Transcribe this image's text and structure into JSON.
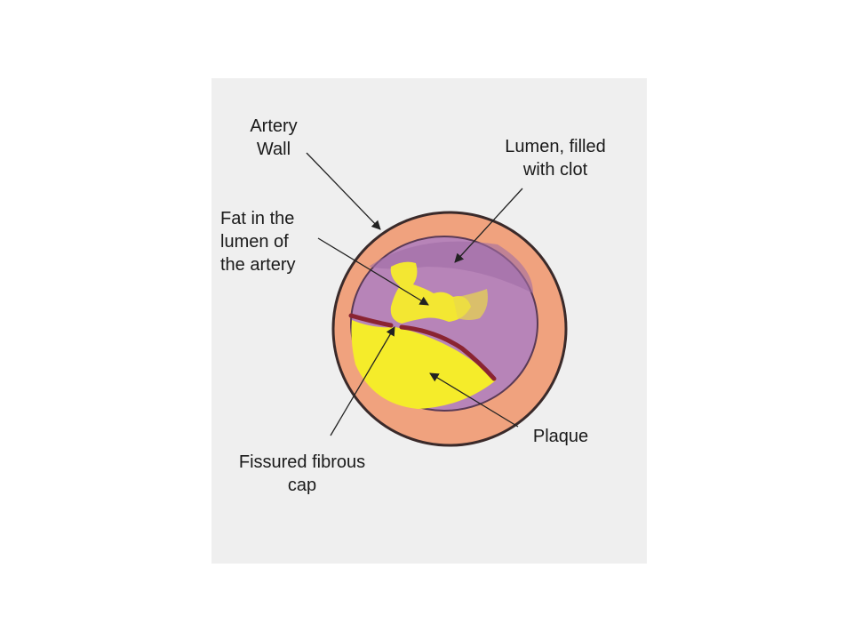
{
  "labels": {
    "artery_wall": [
      "Artery",
      "Wall"
    ],
    "lumen_clot": [
      "Lumen, filled",
      "with clot"
    ],
    "fat_lumen": [
      "Fat in the",
      "lumen of",
      "the artery"
    ],
    "plaque": [
      "Plaque"
    ],
    "fibrous_cap": [
      "Fissured fibrous",
      "cap"
    ]
  },
  "colors": {
    "paper": "#efefef",
    "artery_wall": "#f0a27e",
    "outline": "#3a2a2a",
    "clot": "#b784b8",
    "plaque": "#f5ec2a",
    "fibrous_cap": "#8a2432",
    "arrow": "#222222"
  }
}
